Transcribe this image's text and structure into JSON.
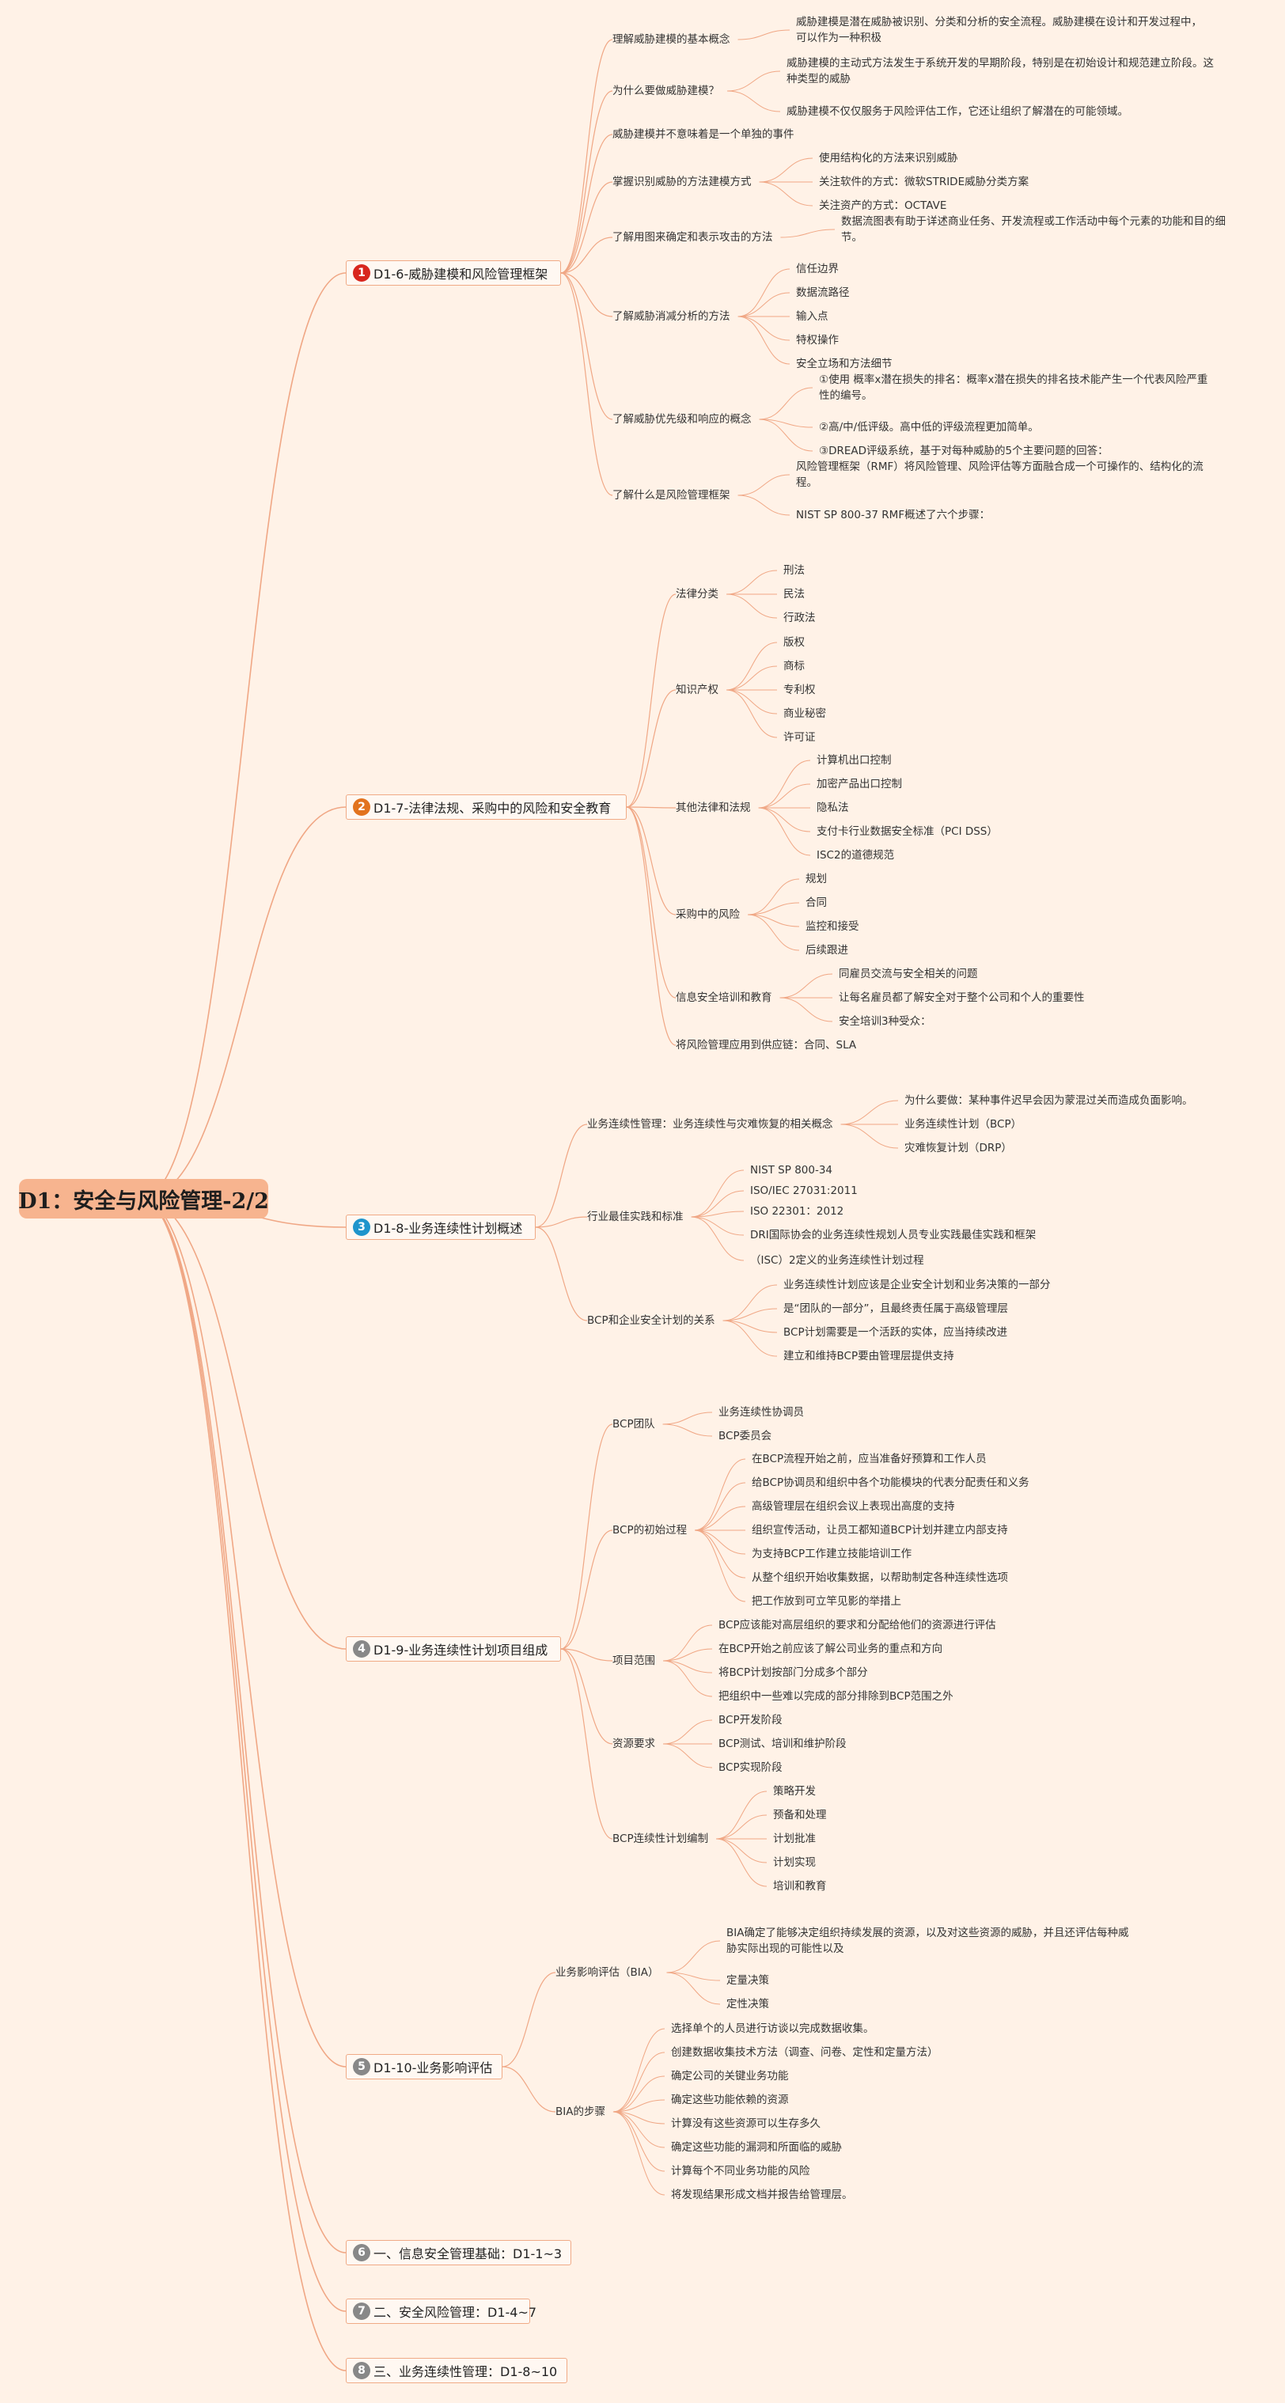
{
  "root": "D1：安全与风险管理-2/2",
  "branches": [
    {
      "num": "1",
      "label": "D1-6-威胁建模和风险管理框架",
      "color": "red",
      "subs": [
        {
          "label": "理解威胁建模的基本概念",
          "leaves": [
            "威胁建模是潜在威胁被识别、分类和分析的安全流程。威胁建模在设计和开发过程中，可以作为一种积极"
          ]
        },
        {
          "label": "为什么要做威胁建模？",
          "leaves": [
            "威胁建模的主动式方法发生于系统开发的早期阶段，特别是在初始设计和规范建立阶段。这种类型的威胁",
            "威胁建模不仅仅服务于风险评估工作，它还让组织了解潜在的可能领域。"
          ]
        },
        {
          "label": "威胁建模并不意味着是一个单独的事件",
          "leaves": []
        },
        {
          "label": "掌握识别威胁的方法建模方式",
          "leaves": [
            "使用结构化的方法来识别威胁",
            "关注软件的方式：微软STRIDE威胁分类方案",
            "关注资产的方式：OCTAVE"
          ]
        },
        {
          "label": "了解用图来确定和表示攻击的方法",
          "leaves": [
            "数据流图表有助于详述商业任务、开发流程或工作活动中每个元素的功能和目的细节。"
          ]
        },
        {
          "label": "了解威胁消减分析的方法",
          "leaves": [
            "信任边界",
            "数据流路径",
            "输入点",
            "特权操作",
            "安全立场和方法细节"
          ]
        },
        {
          "label": "了解威胁优先级和响应的概念",
          "leaves": [
            "①使用 概率x潜在损失的排名：概率x潜在损失的排名技术能产生一个代表风险严重性的编号。",
            "②高/中/低评级。高中低的评级流程更加简单。",
            "③DREAD评级系统，基于对每种威胁的5个主要问题的回答："
          ]
        },
        {
          "label": "了解什么是风险管理框架",
          "leaves": [
            "风险管理框架（RMF）将风险管理、风险评估等方面融合成一个可操作的、结构化的流程。",
            "NIST SP 800-37 RMF概述了六个步骤："
          ]
        }
      ]
    },
    {
      "num": "2",
      "label": "D1-7-法律法规、采购中的风险和安全教育",
      "color": "orange",
      "subs": [
        {
          "label": "法律分类",
          "leaves": [
            "刑法",
            "民法",
            "行政法"
          ]
        },
        {
          "label": "知识产权",
          "leaves": [
            "版权",
            "商标",
            "专利权",
            "商业秘密",
            "许可证"
          ]
        },
        {
          "label": "其他法律和法规",
          "leaves": [
            "计算机出口控制",
            "加密产品出口控制",
            "隐私法",
            "支付卡行业数据安全标准（PCI DSS）",
            "ISC2的道德规范"
          ]
        },
        {
          "label": "采购中的风险",
          "leaves": [
            "规划",
            "合同",
            "监控和接受",
            "后续跟进"
          ]
        },
        {
          "label": "信息安全培训和教育",
          "leaves": [
            "同雇员交流与安全相关的问题",
            "让每名雇员都了解安全对于整个公司和个人的重要性",
            "安全培训3种受众："
          ]
        },
        {
          "label": "将风险管理应用到供应链：合同、SLA",
          "leaves": []
        }
      ]
    },
    {
      "num": "3",
      "label": "D1-8-业务连续性计划概述",
      "color": "blue",
      "subs": [
        {
          "label": "业务连续性管理：业务连续性与灾难恢复的相关概念",
          "leaves": [
            "为什么要做：某种事件迟早会因为蒙混过关而造成负面影响。",
            "业务连续性计划（BCP）",
            "灾难恢复计划（DRP）"
          ]
        },
        {
          "label": "行业最佳实践和标准",
          "leaves": [
            "NIST SP 800-34",
            "ISO/IEC 27031:2011",
            "ISO 22301：2012",
            "DRI国际协会的业务连续性规划人员专业实践最佳实践和框架",
            "（ISC）2定义的业务连续性计划过程"
          ]
        },
        {
          "label": "BCP和企业安全计划的关系",
          "leaves": [
            "业务连续性计划应该是企业安全计划和业务决策的一部分",
            "是“团队的一部分”，且最终责任属于高级管理层",
            "BCP计划需要是一个活跃的实体，应当持续改进",
            "建立和维持BCP要由管理层提供支持"
          ]
        }
      ]
    },
    {
      "num": "4",
      "label": "D1-9-业务连续性计划项目组成",
      "color": "gray",
      "subs": [
        {
          "label": "BCP团队",
          "leaves": [
            "业务连续性协调员",
            "BCP委员会"
          ]
        },
        {
          "label": "BCP的初始过程",
          "leaves": [
            "在BCP流程开始之前，应当准备好预算和工作人员",
            "给BCP协调员和组织中各个功能模块的代表分配责任和义务",
            "高级管理层在组织会议上表现出高度的支持",
            "组织宣传活动，让员工都知道BCP计划并建立内部支持",
            "为支持BCP工作建立技能培训工作",
            "从整个组织开始收集数据，以帮助制定各种连续性选项",
            "把工作放到可立竿见影的举措上"
          ]
        },
        {
          "label": "项目范围",
          "leaves": [
            "BCP应该能对高层组织的要求和分配给他们的资源进行评估",
            "在BCP开始之前应该了解公司业务的重点和方向",
            "将BCP计划按部门分成多个部分",
            "把组织中一些难以完成的部分排除到BCP范围之外"
          ]
        },
        {
          "label": "资源要求",
          "leaves": [
            "BCP开发阶段",
            "BCP测试、培训和维护阶段",
            "BCP实现阶段"
          ]
        },
        {
          "label": "BCP连续性计划编制",
          "leaves": [
            "策略开发",
            "预备和处理",
            "计划批准",
            "计划实现",
            "培训和教育"
          ]
        }
      ]
    },
    {
      "num": "5",
      "label": "D1-10-业务影响评估",
      "color": "gray",
      "subs": [
        {
          "label": "业务影响评估（BIA）",
          "leaves": [
            "BIA确定了能够决定组织持续发展的资源，以及对这些资源的威胁，并且还评估每种威胁实际出现的可能性以及",
            "定量决策",
            "定性决策"
          ]
        },
        {
          "label": "BIA的步骤",
          "leaves": [
            "选择单个的人员进行访谈以完成数据收集。",
            "创建数据收集技术方法（调查、问卷、定性和定量方法）",
            "确定公司的关键业务功能",
            "确定这些功能依赖的资源",
            "计算没有这些资源可以生存多久",
            "确定这些功能的漏洞和所面临的威胁",
            "计算每个不同业务功能的风险",
            "将发现结果形成文档并报告给管理层。"
          ]
        }
      ]
    },
    {
      "num": "6",
      "label": "一、信息安全管理基础：D1-1~3",
      "color": "gray",
      "subs": []
    },
    {
      "num": "7",
      "label": "二、安全风险管理：D1-4~7",
      "color": "gray",
      "subs": []
    },
    {
      "num": "8",
      "label": "三、业务连续性管理：D1-8~10",
      "color": "gray",
      "subs": []
    }
  ],
  "colors": {
    "background": "#fff2e7",
    "root": "#f7b48f",
    "edge": "#f0a785",
    "branch_border": "#f0aa86"
  }
}
